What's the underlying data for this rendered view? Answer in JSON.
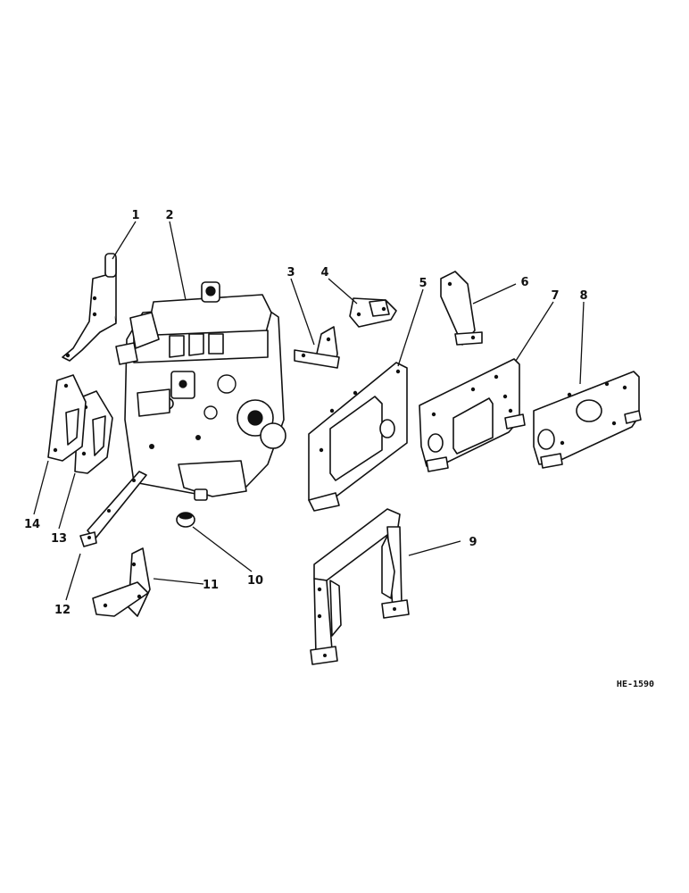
{
  "callouts": [
    "1",
    "2",
    "3",
    "4",
    "5",
    "6",
    "7",
    "8",
    "9",
    "10",
    "11",
    "12",
    "13",
    "14"
  ],
  "drawing_id": "HE-1590"
}
